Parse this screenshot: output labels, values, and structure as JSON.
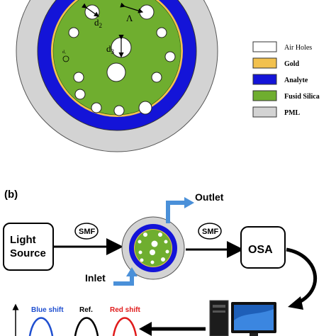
{
  "panel_b_label": "(b)",
  "dimension_labels": {
    "d2": "d",
    "d2_sub": "2",
    "d3": "d",
    "d3_sub": "3",
    "pitch": "Λ",
    "d1": "d₁"
  },
  "legend": [
    {
      "label": "Air Holes",
      "color": "#ffffff"
    },
    {
      "label": "Gold",
      "color": "#f2c14e"
    },
    {
      "label": "Analyte",
      "color": "#1414d8"
    },
    {
      "label": "Fusid Silica",
      "color": "#6fae2f"
    },
    {
      "label": "PML",
      "color": "#d3d3d3"
    }
  ],
  "setup": {
    "light_source_line1": "Light",
    "light_source_line2": "Source",
    "smf_left": "SMF",
    "smf_right": "SMF",
    "osa": "OSA",
    "outlet": "Outlet",
    "inlet": "Inlet"
  },
  "spectra": {
    "blue_shift": "Blue shift",
    "ref": "Ref.",
    "red_shift": "Red shift",
    "blue_color": "#1f4fd0",
    "ref_color": "#000000",
    "red_color": "#e01b1b"
  },
  "colors": {
    "pml": "#d3d3d3",
    "analyte": "#1414d8",
    "gold": "#f2c14e",
    "silica": "#6fae2f",
    "flow_arrow": "#4a90d9"
  }
}
